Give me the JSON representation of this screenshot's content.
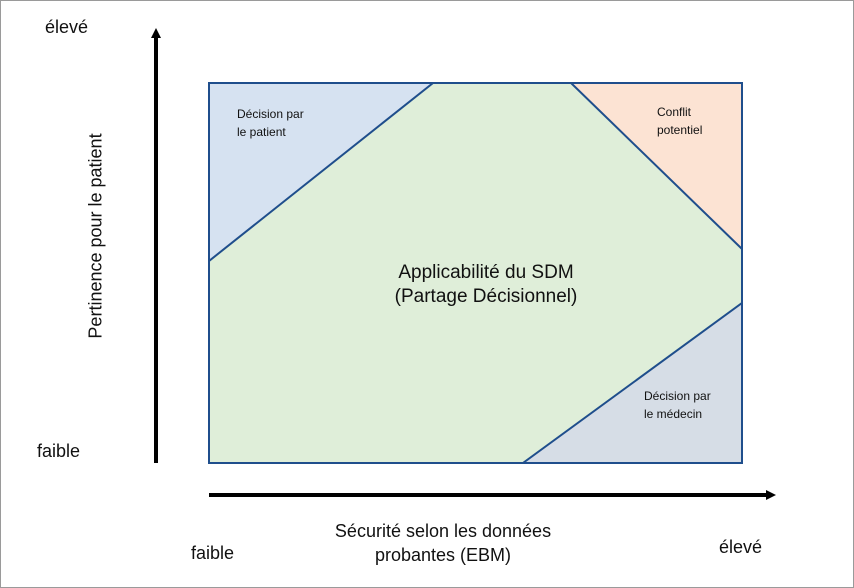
{
  "y_axis": {
    "label": "Pertinence pour le patient",
    "high": "élevé",
    "low": "faible"
  },
  "x_axis": {
    "label_line1": "Sécurité selon les données",
    "label_line2": "probantes (EBM)",
    "low": "faible",
    "high": "élevé"
  },
  "regions": {
    "patient": {
      "line1": "Décision par",
      "line2": "le patient",
      "color": "#d6e2f1"
    },
    "conflict": {
      "line1": "Conflit",
      "line2": "potentiel",
      "color": "#fce3d3"
    },
    "doctor": {
      "line1": "Décision par",
      "line2": "le médecin",
      "color": "#d6dde6"
    },
    "sdm": {
      "line1": "Applicabilité du SDM",
      "line2": "(Partage Décisionnel)",
      "color": "#dfeed9"
    }
  },
  "stroke_color": "#1f4e8c"
}
